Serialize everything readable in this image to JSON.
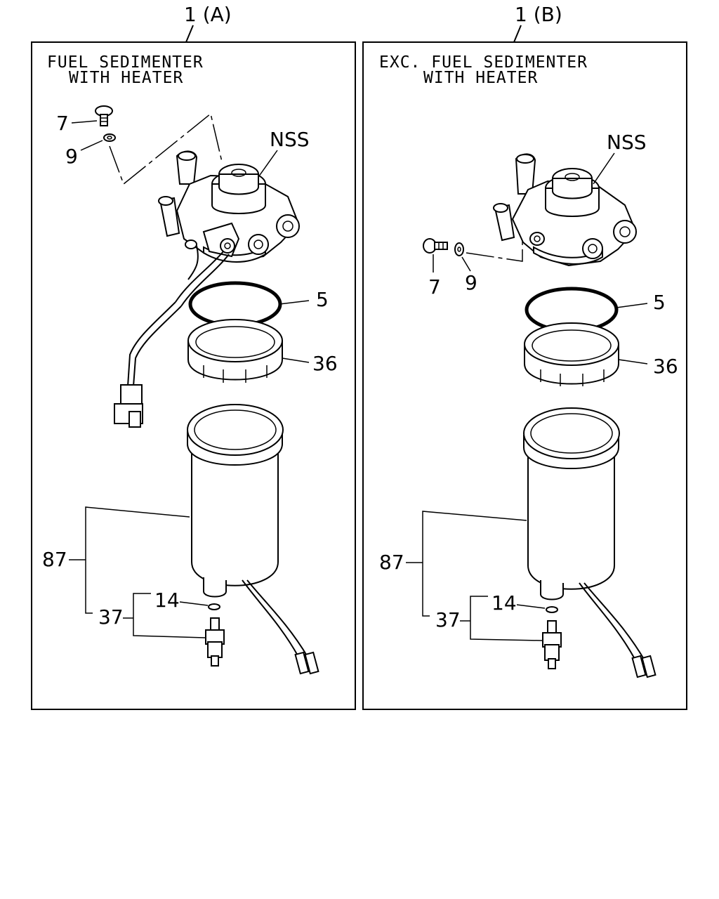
{
  "panels": [
    {
      "ref": "1 (A)",
      "caption_line1": "FUEL SEDIMENTER",
      "caption_line2": "WITH HEATER",
      "labels": {
        "bolt": "7",
        "washer": "9",
        "nss": "NSS",
        "oring": "5",
        "retainer": "36",
        "element": "87",
        "drain_assy": "37",
        "drain_oring": "14"
      }
    },
    {
      "ref": "1 (B)",
      "caption_line1": "EXC. FUEL SEDIMENTER",
      "caption_line2": "WITH HEATER",
      "labels": {
        "bolt": "7",
        "washer": "9",
        "nss": "NSS",
        "oring": "5",
        "retainer": "36",
        "element": "87",
        "drain_assy": "37",
        "drain_oring": "14"
      }
    }
  ]
}
